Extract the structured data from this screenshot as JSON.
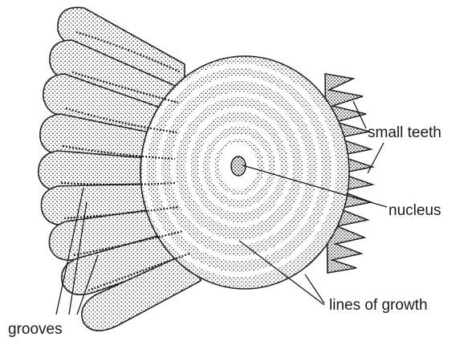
{
  "labels": {
    "small_teeth": "small teeth",
    "nucleus": "nucleus",
    "lines_of_growth": "lines of growth",
    "grooves": "grooves"
  }
}
